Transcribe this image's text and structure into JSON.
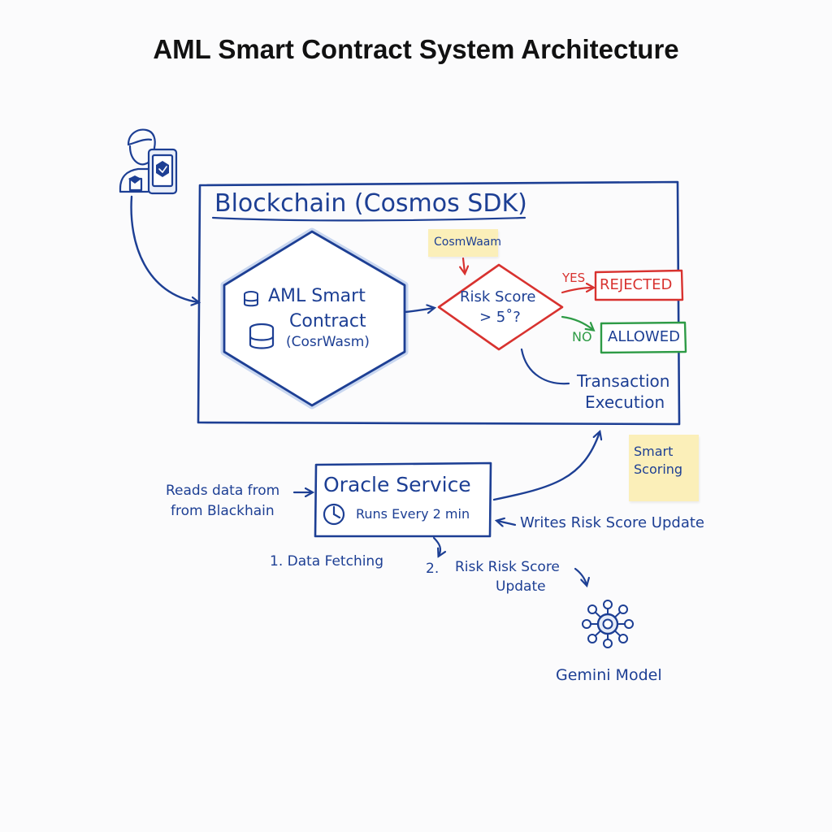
{
  "title": "AML Smart Contract System Architecture",
  "blockchain": {
    "label": "Blockchain (Cosmos SDK)",
    "cosmwasm_note": "CosmWaam",
    "contract": {
      "line1": "AML Smart",
      "line2": "Contract",
      "line3": "(CosrWasm)"
    },
    "decision": {
      "line1": "Risk Score",
      "line2": "> 5˚?",
      "yes_label": "YES",
      "no_label": "NO",
      "rejected": "REJECTED",
      "allowed": "ALLOWED"
    },
    "execution": {
      "line1": "Transaction",
      "line2": "Execution"
    }
  },
  "oracle": {
    "title": "Oracle Service",
    "schedule": "Runs Every 2 min",
    "reads_line1": "Reads data from",
    "reads_line2": "from Blackhain",
    "writes": "Writes Risk Score Update",
    "step1": "1. Data Fetching",
    "step2_num": "2.",
    "step2_line1": "Risk Risk Score",
    "step2_line2": "Update",
    "smart_scoring_line1": "Smart",
    "smart_scoring_line2": "Scoring"
  },
  "model": {
    "label": "Gemini Model"
  },
  "colors": {
    "ink": "#1d3f94",
    "red": "#d8322f",
    "green": "#2e9b46",
    "note": "#fbefb4",
    "hex_glow": "#c9d7f0"
  },
  "icons": [
    "user-phone-icon",
    "database-icon",
    "clock-icon",
    "neural-network-icon"
  ]
}
